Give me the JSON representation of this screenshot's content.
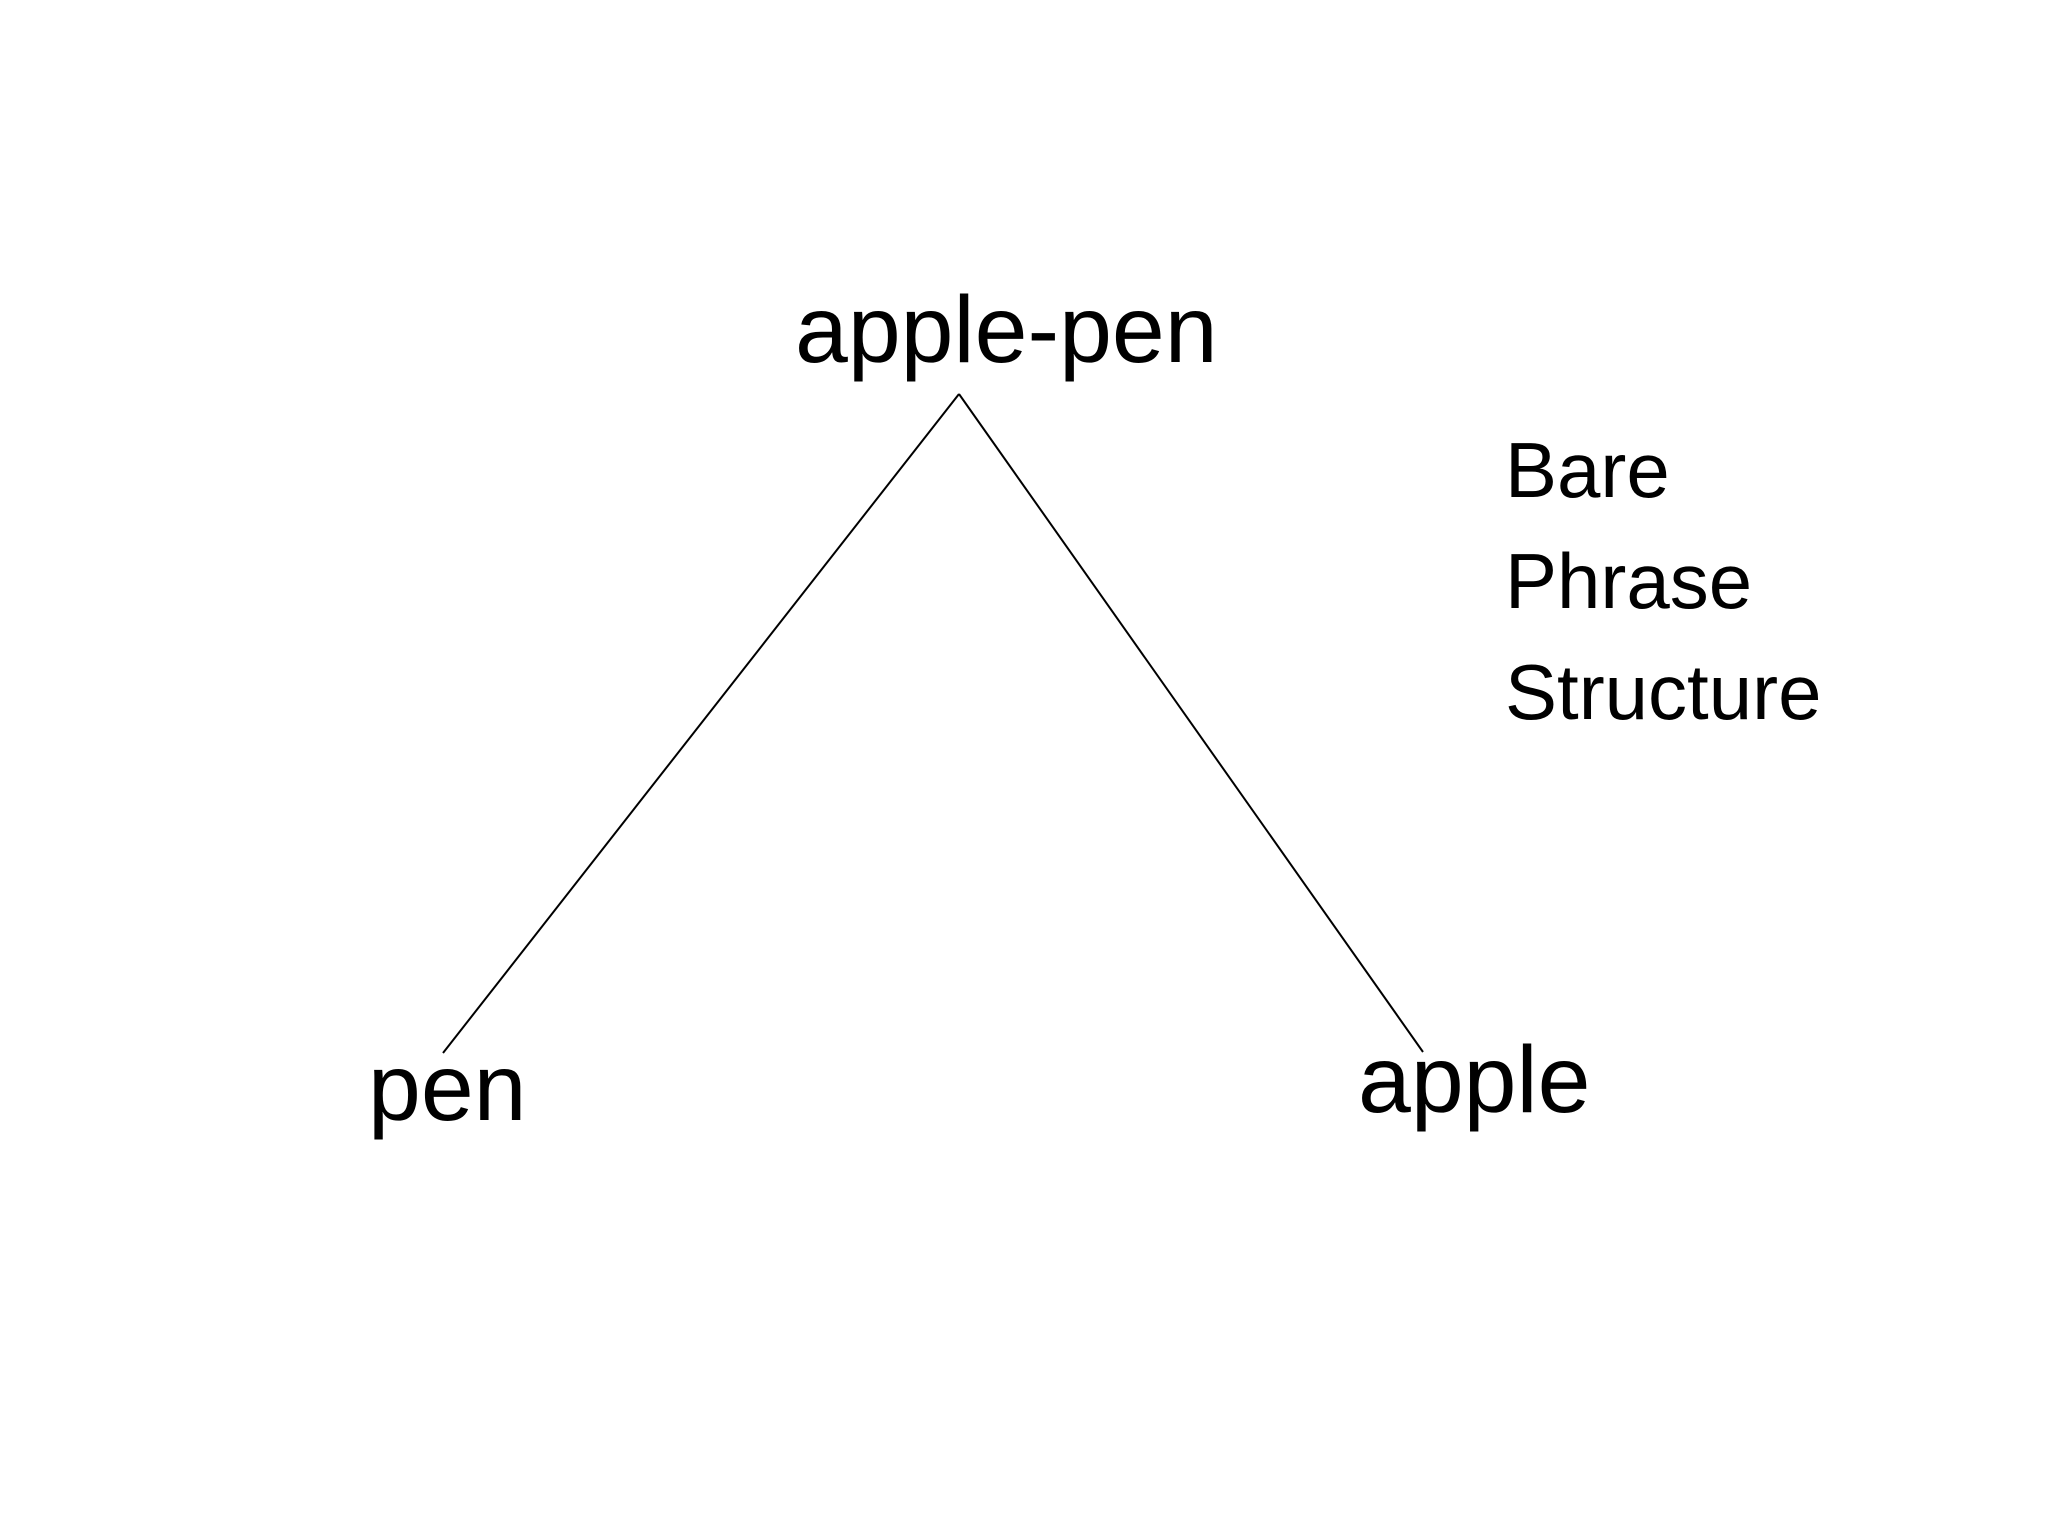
{
  "diagram": {
    "type": "syntax-tree",
    "tree": {
      "root": {
        "label": "apple-pen"
      },
      "children": [
        {
          "label": "pen"
        },
        {
          "label": "apple"
        }
      ]
    },
    "annotation": {
      "lines": [
        "Bare",
        "Phrase",
        "Structure"
      ]
    },
    "colors": {
      "background": "#ffffff",
      "text": "#000000",
      "edge": "#000000"
    }
  }
}
